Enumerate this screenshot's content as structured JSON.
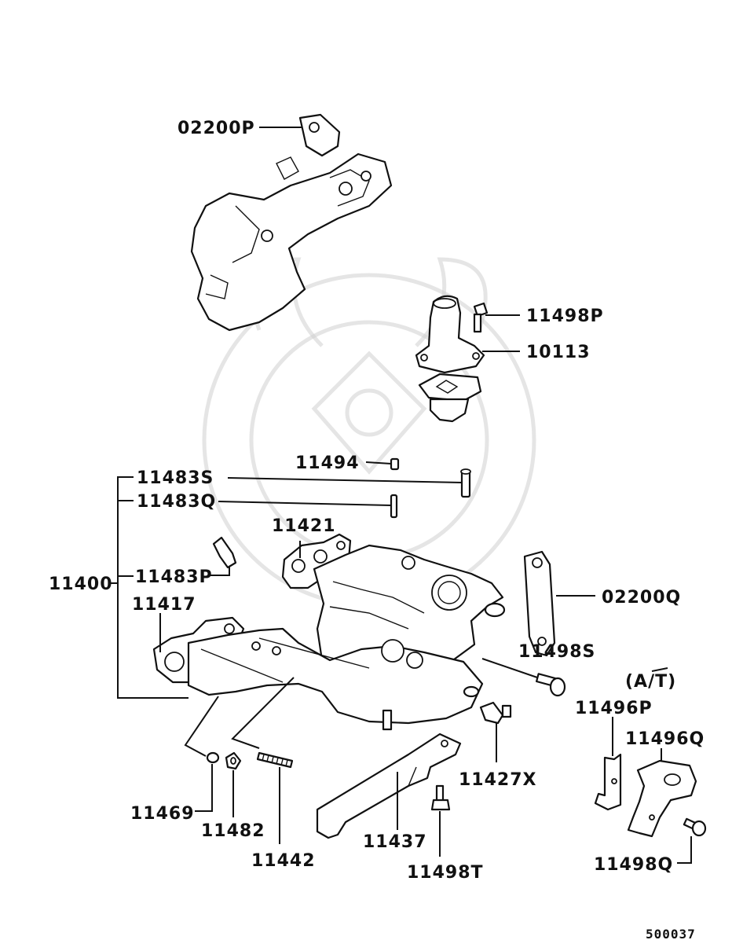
{
  "labels": {
    "p02200p": "02200P",
    "p11498p": "11498P",
    "p10113": "10113",
    "p11494": "11494",
    "p11483s": "11483S",
    "p11483q": "11483Q",
    "p11421": "11421",
    "p11400": "11400",
    "p11483p": "11483P",
    "p11417": "11417",
    "p02200q": "02200Q",
    "p11498s": "11498S",
    "at": "(A/T)",
    "p11496p": "11496P",
    "p11496q": "11496Q",
    "p11427x": "11427X",
    "p11469": "11469",
    "p11482": "11482",
    "p11442": "11442",
    "p11437": "11437",
    "p11498t": "11498T",
    "p11498q": "11498Q"
  },
  "diagram_code": "500037"
}
